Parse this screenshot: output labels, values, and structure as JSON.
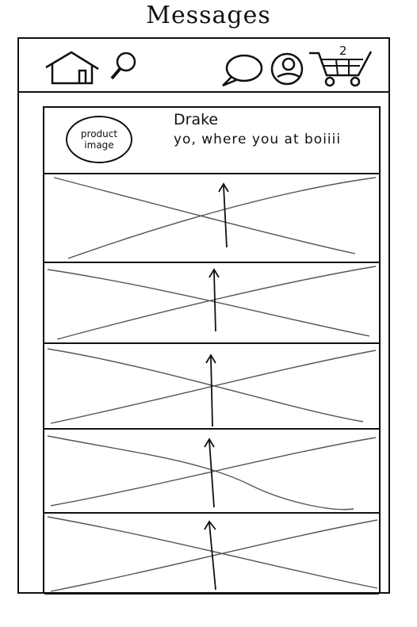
{
  "page": {
    "title": "Messages"
  },
  "topbar": {
    "icons": [
      "home-icon",
      "search-icon",
      "chat-icon",
      "profile-icon",
      "cart-icon"
    ],
    "cart_count": "2"
  },
  "messages": [
    {
      "thumbnail_label": "product image",
      "sender": "Drake",
      "preview": "yo, where you at boiiii"
    }
  ],
  "placeholder_rows": 5
}
